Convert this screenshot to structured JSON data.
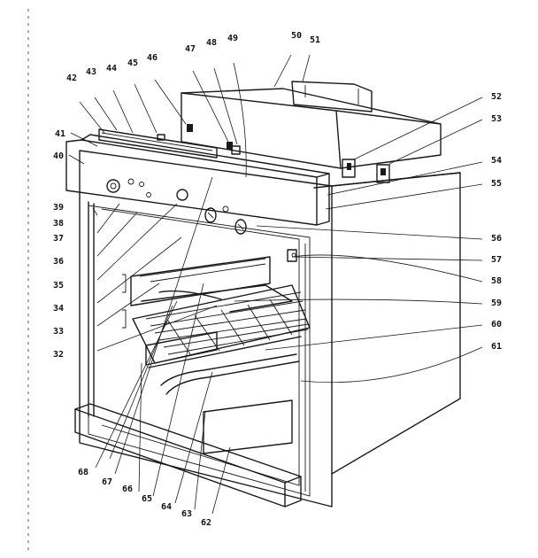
{
  "diagram": {
    "labels": [
      "39",
      "40",
      "41",
      "42",
      "43",
      "44",
      "45",
      "46",
      "47",
      "48",
      "49",
      "50",
      "51",
      "52",
      "53",
      "54",
      "55",
      "56",
      "57",
      "58",
      "59",
      "60",
      "61",
      "62",
      "63",
      "64",
      "65",
      "66",
      "67",
      "68",
      "32",
      "33",
      "34",
      "35",
      "36",
      "37",
      "38"
    ],
    "colors": {
      "ink": "#1a1a1a",
      "paper": "#ffffff"
    }
  }
}
